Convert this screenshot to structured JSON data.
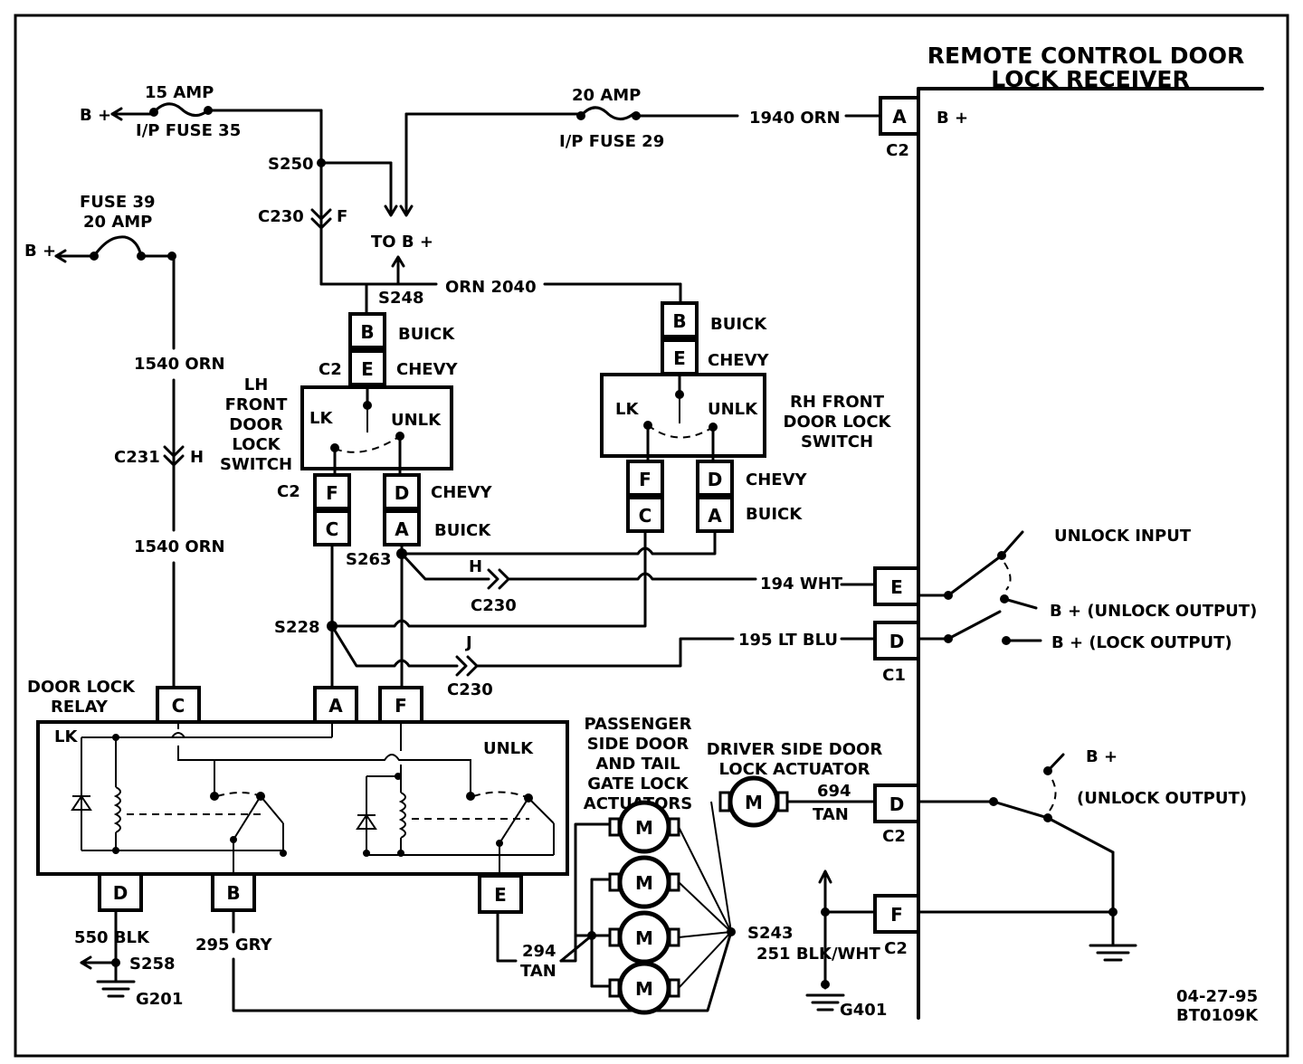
{
  "receiver": {
    "title_line1": "REMOTE CONTROL DOOR",
    "title_line2": "LOCK  RECEIVER",
    "b_plus": "B +",
    "unlock_input": "UNLOCK INPUT",
    "unlock_output": "B + (UNLOCK OUTPUT)",
    "lock_output": "B + (LOCK OUTPUT)",
    "unlock_output2_bplus": "B +",
    "unlock_output2": "(UNLOCK OUTPUT)",
    "pins": {
      "A": "A",
      "E": "E",
      "D1": "D",
      "D2": "D",
      "F": "F"
    },
    "conn_c2_top": "C2",
    "conn_c1": "C1",
    "conn_c2_mid": "C2",
    "conn_c2_bot": "C2"
  },
  "fuses": {
    "b_plus_1": "B +",
    "fuse35_amp": "15 AMP",
    "fuse35_name": "I/P FUSE 35",
    "fuse29_amp": "20 AMP",
    "fuse29_name": "I/P FUSE 29",
    "fuse39_name": "FUSE 39",
    "fuse39_amp": "20 AMP",
    "b_plus_2": "B +"
  },
  "wires": {
    "w1940": "1940 ORN",
    "s250": "S250",
    "c230_f": "C230",
    "c230_f_pin": "F",
    "to_b_plus": "TO B +",
    "s248": "S248",
    "orn2040": "ORN  2040",
    "w1540_top": "1540 ORN",
    "c231": "C231",
    "c231_pin": "H",
    "w1540_bot": "1540 ORN",
    "s263": "S263",
    "h_label": "H",
    "c230_h": "C230",
    "w194": "194 WHT",
    "s228": "S228",
    "j_label": "J",
    "c230_j": "C230",
    "w195": "195 LT BLU",
    "w550": "550 BLK",
    "s258": "S258",
    "g201": "G201",
    "w295": "295 GRY",
    "w294_num": "294",
    "w294_color": "TAN",
    "s243": "S243",
    "w251": "251 BLK/WHT",
    "g401": "G401",
    "w694_num": "694",
    "w694_color": "TAN"
  },
  "lh_switch": {
    "name": [
      "LH",
      "FRONT",
      "DOOR",
      "LOCK",
      "SWITCH"
    ],
    "buick_top": "BUICK",
    "chevy_top": "CHEVY",
    "conn_top": "C2",
    "pin_b": "B",
    "pin_e": "E",
    "lk": "LK",
    "unlk": "UNLK",
    "conn_bot": "C2",
    "pin_f": "F",
    "pin_c": "C",
    "pin_d": "D",
    "pin_a": "A",
    "chevy_bot": "CHEVY",
    "buick_bot": "BUICK"
  },
  "rh_switch": {
    "name": [
      "RH FRONT",
      "DOOR LOCK",
      "SWITCH"
    ],
    "pin_b": "B",
    "pin_e": "E",
    "buick_top": "BUICK",
    "chevy_top": "CHEVY",
    "lk": "LK",
    "unlk": "UNLK",
    "pin_f": "F",
    "pin_c": "C",
    "pin_d": "D",
    "pin_a": "A",
    "chevy_bot": "CHEVY",
    "buick_bot": "BUICK"
  },
  "relay": {
    "name_line1": "DOOR LOCK",
    "name_line2": "RELAY",
    "lk": "LK",
    "unlk": "UNLK",
    "pin_c": "C",
    "pin_a": "A",
    "pin_f": "F",
    "pin_d": "D",
    "pin_b": "B",
    "pin_e": "E"
  },
  "actuators": {
    "passenger_lines": [
      "PASSENGER",
      "SIDE DOOR",
      "AND TAIL",
      "GATE LOCK",
      "ACTUATORS"
    ],
    "driver_line1": "DRIVER SIDE DOOR",
    "driver_line2": "LOCK ACTUATOR",
    "motor": "M"
  },
  "footer": {
    "date": "04-27-95",
    "code": "BT0109K"
  }
}
